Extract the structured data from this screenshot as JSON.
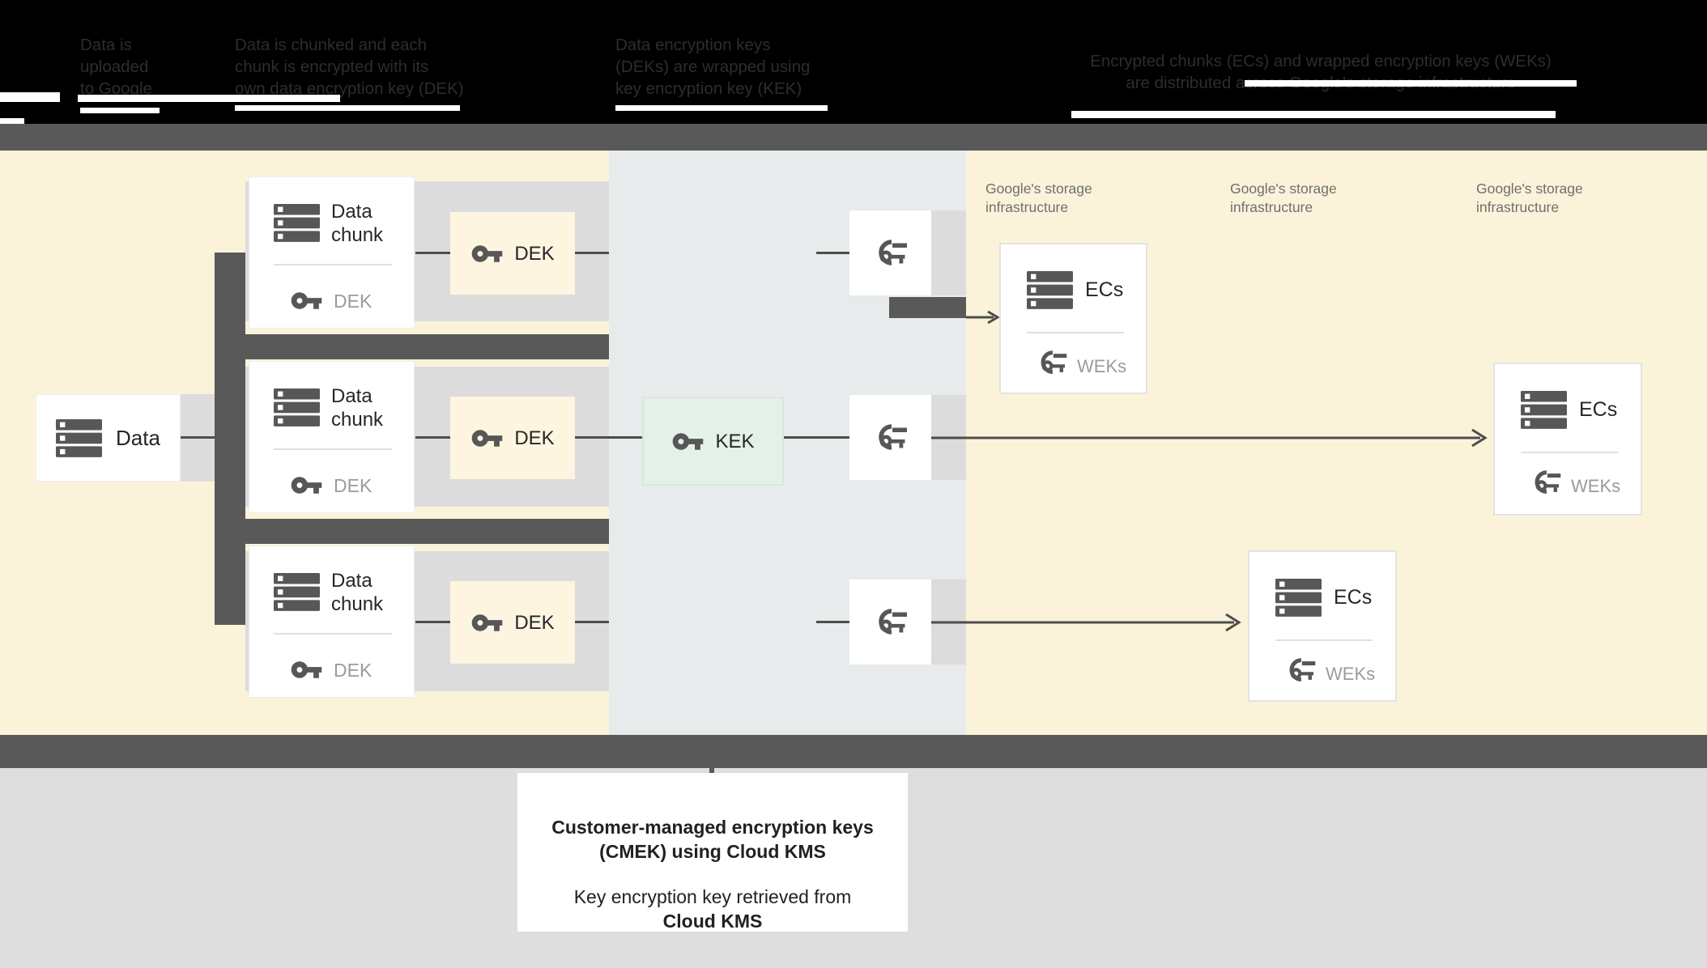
{
  "header": {
    "steps": [
      {
        "lines": [
          "Data is",
          "uploaded",
          "to Google"
        ]
      },
      {
        "lines": [
          "Data is chunked and each",
          "chunk is encrypted with its",
          "own data encryption key (DEK)"
        ]
      },
      {
        "lines": [
          "Data encryption keys",
          "(DEKs) are wrapped using",
          "key encryption key (KEK)"
        ]
      },
      {
        "lines": [
          "Encrypted chunks (ECs) and wrapped encryption keys (WEKs)",
          "are distributed across Google's storage infrastructure"
        ]
      }
    ]
  },
  "diagram": {
    "data_box": {
      "label": "Data"
    },
    "chunks": [
      {
        "title_line1": "Data",
        "title_line2": "chunk",
        "sub": "DEK"
      },
      {
        "title_line1": "Data",
        "title_line2": "chunk",
        "sub": "DEK"
      },
      {
        "title_line1": "Data",
        "title_line2": "chunk",
        "sub": "DEK"
      }
    ],
    "dek_boxes": [
      {
        "label": "DEK"
      },
      {
        "label": "DEK"
      },
      {
        "label": "DEK"
      }
    ],
    "kek_box": {
      "label": "KEK"
    },
    "storage_labels": [
      {
        "line1": "Google's storage",
        "line2": "infrastructure"
      },
      {
        "line1": "Google's storage",
        "line2": "infrastructure"
      },
      {
        "line1": "Google's storage",
        "line2": "infrastructure"
      }
    ],
    "ecs_boxes": [
      {
        "label": "ECs",
        "sub": "WEKs"
      },
      {
        "label": "ECs",
        "sub": "WEKs"
      },
      {
        "label": "ECs",
        "sub": "WEKs"
      }
    ]
  },
  "caption": {
    "line1": "Customer-managed encryption keys",
    "line2": "(CMEK) using Cloud KMS",
    "line3": "Key encryption key retrieved from",
    "line4": "Cloud KMS"
  },
  "colors": {
    "header_bg": "#000000",
    "frame_bar": "#595959",
    "yellow_region": "#fbf3d9",
    "blue_region": "#e8ebec",
    "band_gray": "#dcdcdc",
    "dek_fill": "#fdf5e0",
    "kek_fill": "#e3f1e8",
    "line_dark": "#4d4d4d",
    "bottom_gray": "#dedede"
  }
}
